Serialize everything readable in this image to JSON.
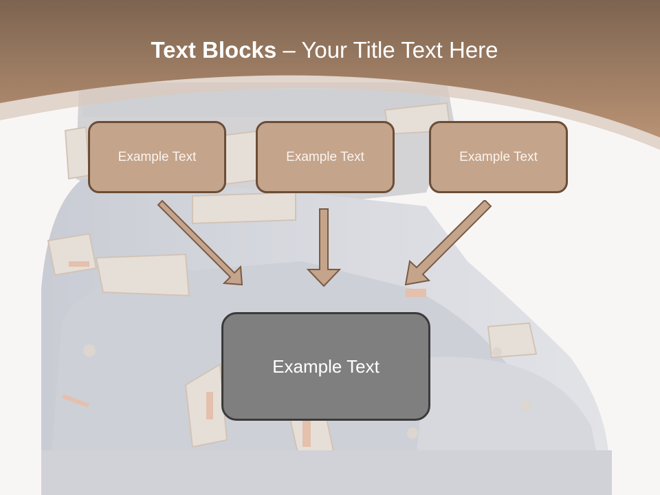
{
  "slide": {
    "title_bold": "Text Blocks",
    "title_separator": " – ",
    "title_rest": "Your Title Text Here",
    "blocks": [
      {
        "label": "Example Text"
      },
      {
        "label": "Example Text"
      },
      {
        "label": "Example Text"
      }
    ],
    "center_block": {
      "label": "Example Text"
    },
    "arrows": [
      {
        "direction": "down-right"
      },
      {
        "direction": "down"
      },
      {
        "direction": "down-left"
      }
    ],
    "background_image": "ski-boot-photo"
  },
  "colors": {
    "header_top": "#7d6450",
    "header_bottom": "#b99274",
    "block_fill": "#c4a48b",
    "block_border": "#6b4d36",
    "center_fill": "#7f7f7f",
    "center_border": "#3a3a3a",
    "arrow_fill": "#c4a48b",
    "arrow_border": "#7a5a42",
    "page_bg": "#f8f6f5"
  }
}
